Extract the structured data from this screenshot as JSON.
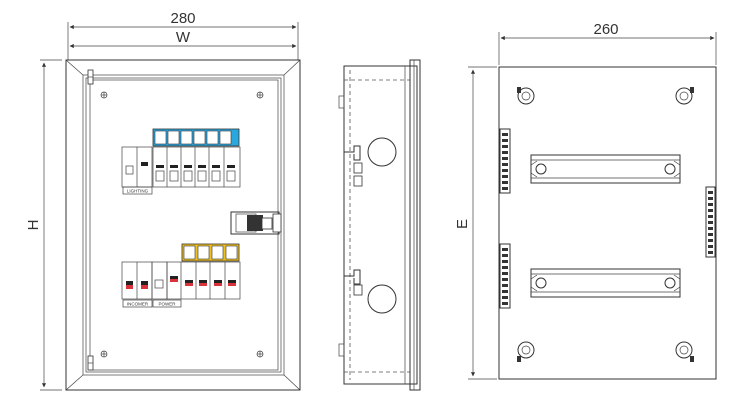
{
  "dimensions": {
    "front_width_value": "280",
    "front_width_letter": "W",
    "front_height_letter": "H",
    "back_width_value": "260",
    "back_height_letter": "E"
  },
  "labels": {
    "lighting": "LIGHTING",
    "incomer": "INCOMER",
    "power": "POWER"
  },
  "colors": {
    "top_busbar_cover": "#29a8e0",
    "bottom_busbar_cover": "#f2c01e",
    "breaker_red": "#d9323a",
    "line": "#333333"
  }
}
